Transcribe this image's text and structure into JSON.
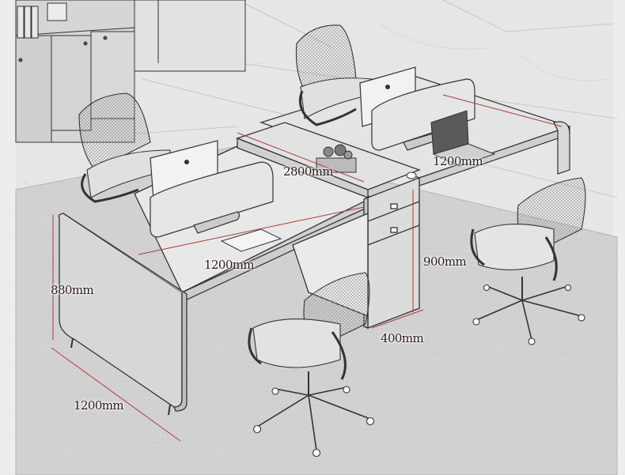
{
  "dimensions": {
    "top_total_length": "2800mm",
    "top_right_desk_depth": "1200mm",
    "front_desk_length": "1200mm",
    "cabinet_height": "900mm",
    "panel_height": "880mm",
    "cabinet_width": "400mm",
    "side_depth": "1200mm"
  },
  "colors": {
    "dimension_line": "#b03a3a",
    "sketch_stroke": "#333333",
    "floor": "#dcdcdc",
    "rug": "#cfcfcf"
  },
  "icons": [
    "apple-logo-icon",
    "laptop-icon",
    "plant-icon",
    "mug-icon"
  ]
}
